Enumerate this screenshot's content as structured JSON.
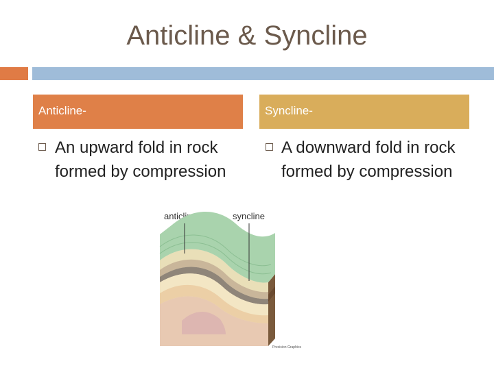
{
  "slide": {
    "title": "Anticline & Syncline"
  },
  "columns": [
    {
      "header": "Anticline-",
      "bullet": "An upward fold in rock formed by compression",
      "header_color": "#df8048"
    },
    {
      "header": "Syncline-",
      "bullet": "A downward fold in rock formed by compression",
      "header_color": "#d9ad5b"
    }
  ],
  "diagram": {
    "label_anticline": "anticline",
    "label_syncline": "syncline",
    "credit": "Precision Graphics"
  },
  "colors": {
    "title": "#6b5a4c",
    "accent_orange": "#e07b45",
    "accent_blue": "#9fbcd9"
  }
}
